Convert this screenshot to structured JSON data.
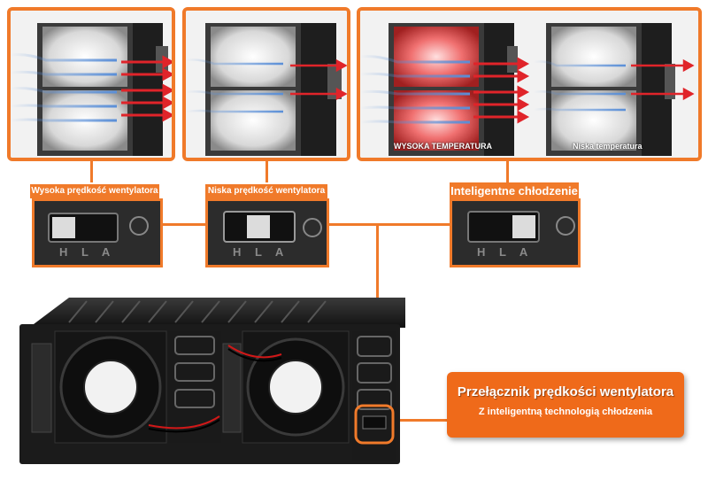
{
  "top_panels": {
    "left_caption": "Wysoka prędkość wentylatora",
    "middle_caption": "Niska prędkość wentylatora",
    "right_caption": "Inteligentne chłodzenie",
    "temp_high": "WYSOKA TEMPERATURA",
    "temp_low": "Niska temperatura"
  },
  "switch_silkscreen": "H L A",
  "callout": {
    "title": "Przełącznik prędkości wentylatora",
    "subtitle": "Z inteligentną technologią chłodzenia"
  },
  "colors": {
    "accent": "#f07a2a",
    "airflow_cool": "#5a8fd8",
    "airflow_hot": "#e0242a",
    "device_body": "#1e1e1e"
  }
}
